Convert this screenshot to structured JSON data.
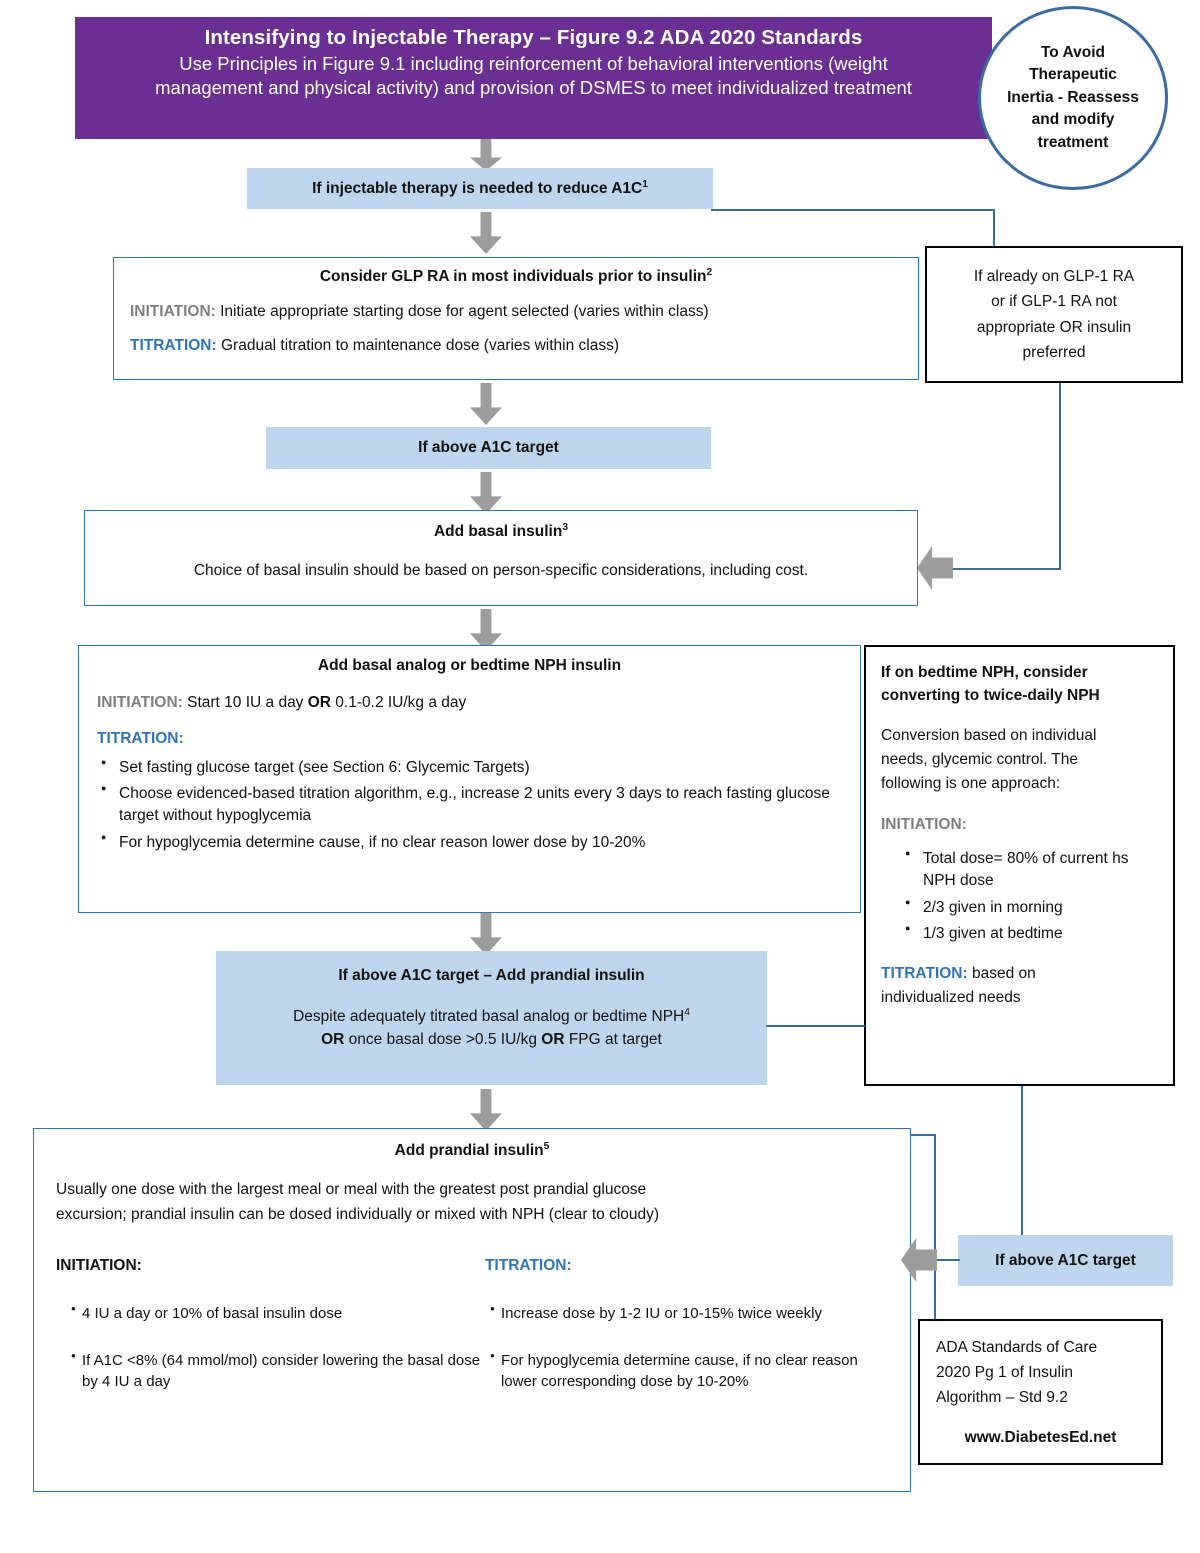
{
  "banner": {
    "title": "Intensifying to Injectable Therapy – Figure 9.2 ADA 2020 Standards",
    "line2": "Use Principles in Figure 9.1 including reinforcement of behavioral interventions (weight",
    "line3": "management and physical activity) and provision of DSMES to meet individualized treatment"
  },
  "circle": {
    "line1": "To Avoid",
    "line2": "Therapeutic",
    "line3": "Inertia - Reassess",
    "line4": "and modify",
    "line5": "treatment"
  },
  "node_injectable": {
    "text": "If injectable therapy is needed to reduce A1C",
    "sup": "1"
  },
  "node_glp": {
    "heading": "Consider GLP RA in most individuals prior to insulin",
    "sup": "2",
    "initiation_label": "INITIATION:",
    "initiation_text": "Initiate appropriate starting dose for agent selected (varies within class)",
    "titration_label": "TITRATION:",
    "titration_text": "Gradual titration to maintenance dose (varies within class)"
  },
  "node_glp_side": {
    "line1": "If already on GLP-1 RA",
    "line2": "or if GLP-1 RA not",
    "line3": "appropriate OR insulin",
    "line4": "preferred"
  },
  "node_above_target_1": {
    "text": "If above A1C target"
  },
  "node_add_basal": {
    "heading": "Add basal insulin",
    "sup": "3",
    "body": "Choice of basal insulin should be based on person-specific considerations, including cost."
  },
  "node_basal_analog": {
    "heading": "Add basal analog or bedtime NPH insulin",
    "initiation_label": "INITIATION:",
    "initiation_a": "Start 10 IU a day ",
    "initiation_or": "OR",
    "initiation_b": " 0.1-0.2 IU/kg a day",
    "titration_label": "TITRATION:",
    "bullets": [
      "Set fasting glucose target (see Section 6: Glycemic Targets)",
      "Choose evidenced-based titration algorithm, e.g., increase 2 units every 3 days to reach fasting glucose target without hypoglycemia",
      "For hypoglycemia determine cause, if no clear reason lower dose by 10-20%"
    ]
  },
  "node_nph_side": {
    "heading_l1": "If on bedtime NPH, consider",
    "heading_l2": "converting to twice-daily NPH",
    "para_l1": "Conversion based on individual",
    "para_l2": "needs, glycemic control. The",
    "para_l3": "following is one approach:",
    "initiation_label": "INITIATION:",
    "bullets": [
      "Total dose= 80% of current hs NPH dose",
      "2/3 given in morning",
      "1/3 given at bedtime"
    ],
    "titration_label": "TITRATION:",
    "titration_a": " based on",
    "titration_b": "individualized needs"
  },
  "node_prandial_trigger": {
    "heading": "If above A1C target – Add prandial insulin",
    "line1_a": "Despite adequately titrated basal analog or bedtime NPH",
    "line1_sup": "4",
    "line2_or1": "OR",
    "line2_a": " once basal dose >0.5 IU/kg ",
    "line2_or2": "OR",
    "line2_b": " FPG at target"
  },
  "node_add_prandial": {
    "heading": "Add prandial insulin",
    "sup": "5",
    "para_l1": "Usually one dose with the largest meal or meal with the greatest post prandial glucose",
    "para_l2": "excursion; prandial insulin can be dosed individually or mixed with NPH (clear to cloudy)",
    "initiation_label": "INITIATION:",
    "titration_label": "TITRATION:",
    "initiation_bullets": [
      "4 IU a day or 10% of basal insulin dose",
      "If A1C <8% (64 mmol/mol) consider lowering the basal dose by 4 IU a day"
    ],
    "titration_bullets": [
      "Increase dose by 1-2 IU or 10-15% twice weekly",
      "For hypoglycemia determine cause, if no clear reason lower corresponding dose by 10-20%"
    ]
  },
  "node_above_target_2": {
    "text": "If above A1C target"
  },
  "node_source": {
    "line1": "ADA Standards of Care",
    "line2": "2020 Pg 1 of Insulin",
    "line3": "Algorithm – Std 9.2",
    "website": "www.DiabetesEd.net"
  },
  "colors": {
    "banner_purple": "#6B2F94",
    "box_fill_blue": "#BDD6EE",
    "outline_blue": "#2E75B6",
    "connector_blue": "#3A6BA5",
    "arrow_gray": "#9C9C9C",
    "label_gray": "#7F7F7F"
  }
}
